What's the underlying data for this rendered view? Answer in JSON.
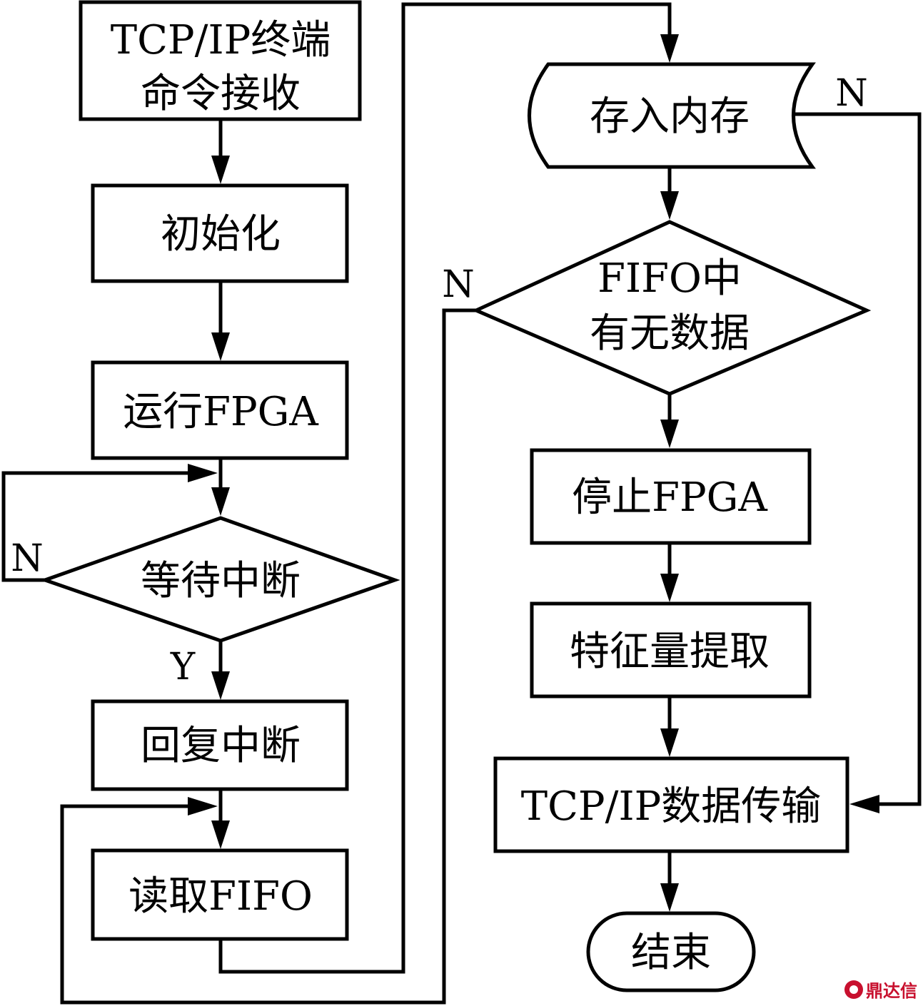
{
  "diagram": {
    "nodes": {
      "tcp_receive": [
        "TCP/IP终端",
        "命令接收"
      ],
      "init": [
        "初始化"
      ],
      "run_fpga": [
        "运行FPGA"
      ],
      "wait_interrupt": [
        "等待中断"
      ],
      "reply_interrupt": [
        "回复中断"
      ],
      "read_fifo": [
        "读取FIFO"
      ],
      "store_memory": [
        "存入内存"
      ],
      "fifo_check": [
        "FIFO中",
        "有无数据"
      ],
      "stop_fpga": [
        "停止FPGA"
      ],
      "feature_extract": [
        "特征量提取"
      ],
      "tcp_transfer": [
        "TCP/IP数据传输"
      ],
      "end": [
        "结束"
      ]
    },
    "edge_labels": {
      "wait_no": "N",
      "wait_yes": "Y",
      "fifo_no": "N",
      "store_no": "N"
    }
  },
  "watermark": {
    "text": "鼎达信"
  }
}
